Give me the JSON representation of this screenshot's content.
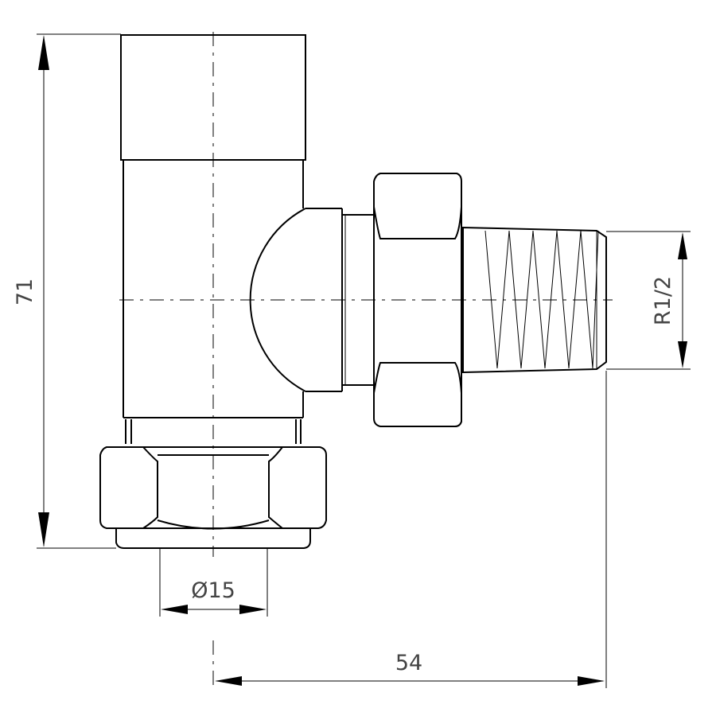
{
  "dimensions": {
    "height": "71",
    "width": "54",
    "pipe_diameter": "Ø15",
    "thread": "R1/2"
  }
}
